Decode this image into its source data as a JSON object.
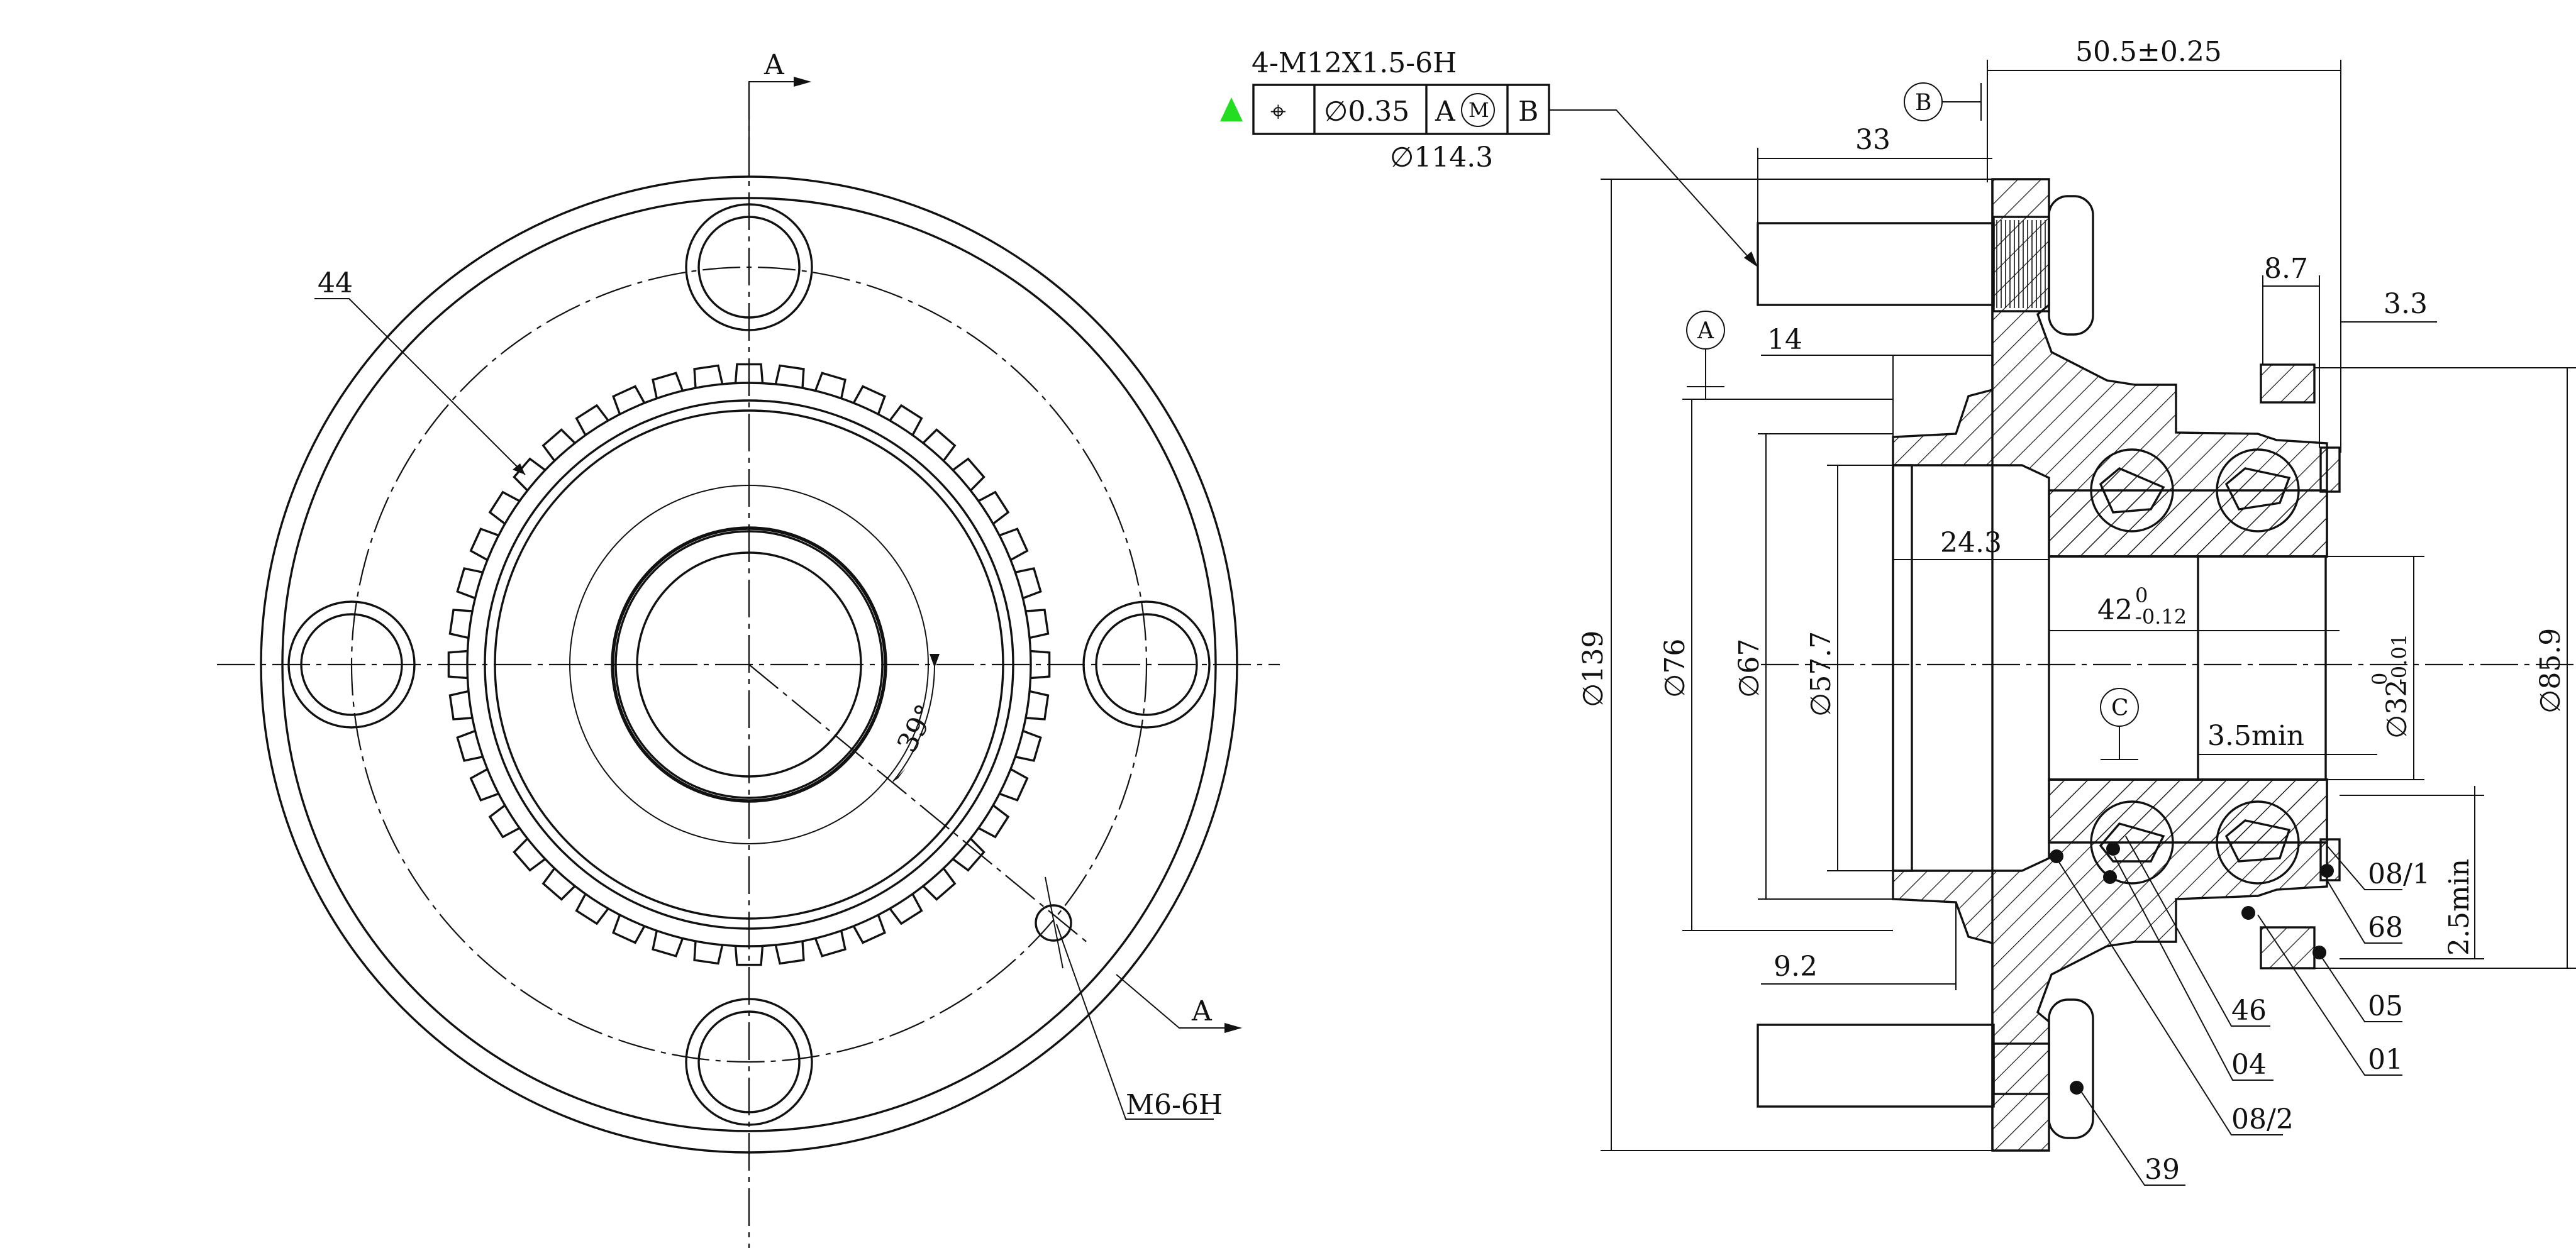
{
  "section_marks": {
    "top": "A",
    "bottom": "A"
  },
  "front_view": {
    "teeth_count_label": "44",
    "angle_label": "39°",
    "hole_label": "M6-6H"
  },
  "feature_control": {
    "thread_label": "4-M12X1.5-6H",
    "symbol": "⌖",
    "tolerance": "∅0.35",
    "datum_primary": "A",
    "modifier": "M",
    "datum_secondary": "B",
    "pcd_label": "∅114.3"
  },
  "datums": {
    "a": "A",
    "b": "B",
    "c": "C"
  },
  "dimensions": {
    "overall_length": "50.5±0.25",
    "stud_length": "33",
    "d8_7": "8.7",
    "d3_3": "3.3",
    "d14": "14",
    "d24_3": "24.3",
    "d42": "42",
    "d42_tol_upper": "0",
    "d42_tol_lower": "-0.12",
    "d3_5min": "3.5min",
    "d9_2": "9.2",
    "d2_5min": "2.5min",
    "dia139": "∅139",
    "dia76": "∅76",
    "dia67": "∅67",
    "dia57_7": "∅57.7",
    "dia32": "∅32",
    "dia32_tol_upper": "0",
    "dia32_tol_lower": "-0.01",
    "dia85_9": "∅85.9"
  },
  "balloons": [
    "08/1",
    "68",
    "05",
    "01",
    "04",
    "46",
    "08/2",
    "39"
  ],
  "colors": {
    "line": "#111111",
    "marker": "#22dd22",
    "background": "#ffffff"
  }
}
